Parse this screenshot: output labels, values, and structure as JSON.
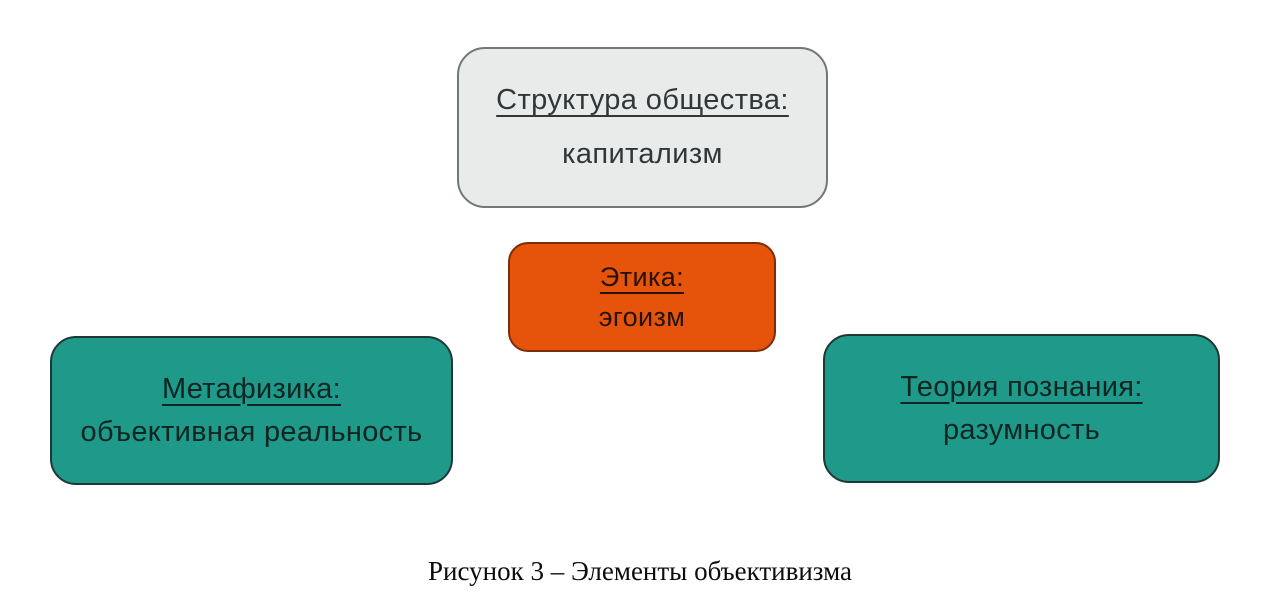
{
  "diagram": {
    "boxes": [
      {
        "id": "society-structure",
        "title": "Структура общества:",
        "value": "капитализм",
        "bg": "#E8EBEA",
        "border": "#70787C",
        "text_color": "#31363B"
      },
      {
        "id": "ethics",
        "title": "Этика:",
        "value": "эгоизм",
        "bg": "#E5540A",
        "border": "#7E2D0B",
        "text_color": "#241208"
      },
      {
        "id": "metaphysics",
        "title": "Метафизика:",
        "value": "объективная реальность",
        "bg": "#1F9A8A",
        "border": "#1E3835",
        "text_color": "#0E2522"
      },
      {
        "id": "epistemology",
        "title": "Теория познания:",
        "value": "разумность",
        "bg": "#1F9A8A",
        "border": "#1E3835",
        "text_color": "#0E2522"
      }
    ],
    "caption": "Рисунок 3 – Элементы объективизма"
  }
}
